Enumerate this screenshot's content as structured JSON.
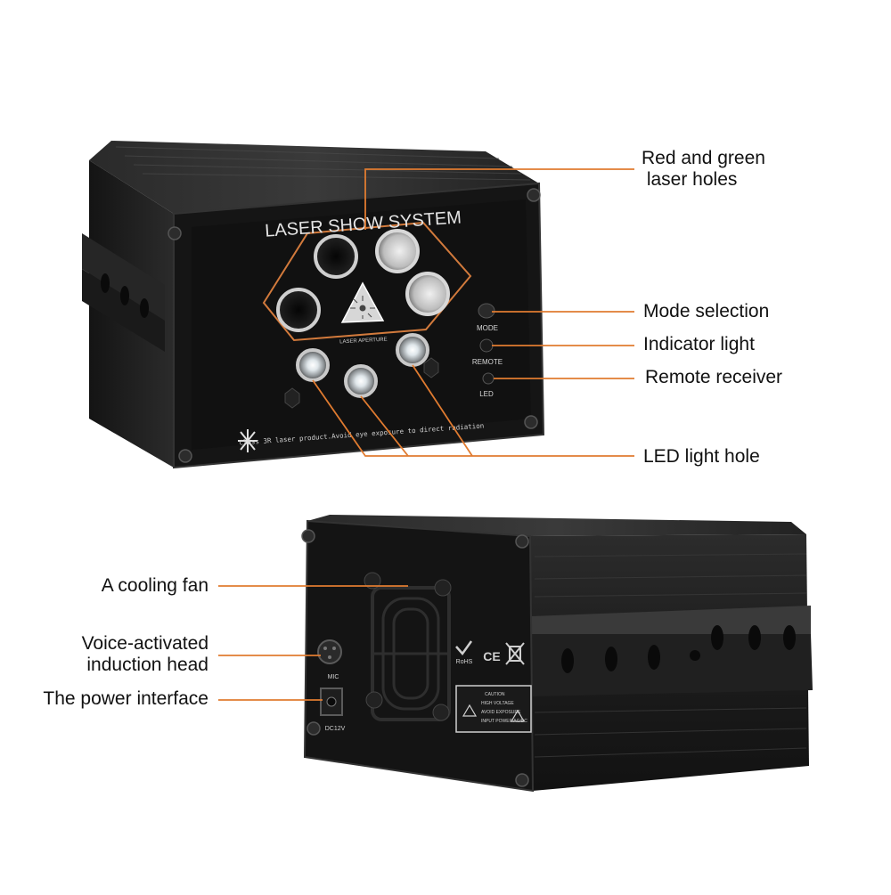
{
  "colors": {
    "leader": "#e07b30",
    "body": "#1b1b1b",
    "panel": "#141414",
    "edge": "#3c3c3c",
    "text": "#111111",
    "print": "#d8d8d8"
  },
  "front_unit": {
    "panel_title": "LASER SHOW SYSTEM",
    "aperture_caption": "LASER APERTURE",
    "warning_text": "Class 3R laser product.Avoid eye exposure to direct radiation",
    "button_labels": [
      "MODE",
      "REMOTE",
      "LED"
    ]
  },
  "back_unit": {
    "mic_label": "MIC",
    "power_label": "DC12V",
    "cert_marks": [
      "RoHS",
      "CE"
    ],
    "caution_lines": [
      "CAUTION",
      "HIGH VOLTAGE",
      "AVOID EXPOSURE",
      "INPUT POWER AC/DC"
    ]
  },
  "callouts": {
    "laser_holes": [
      "Red and green",
      " laser holes"
    ],
    "mode_selection": "Mode selection",
    "indicator_light": "Indicator light",
    "remote_receiver": "Remote receiver",
    "led_light_hole": "LED light hole",
    "cooling_fan": "A cooling fan",
    "voice_head": [
      "Voice-activated",
      "induction head"
    ],
    "power_interface": "The power interface"
  }
}
